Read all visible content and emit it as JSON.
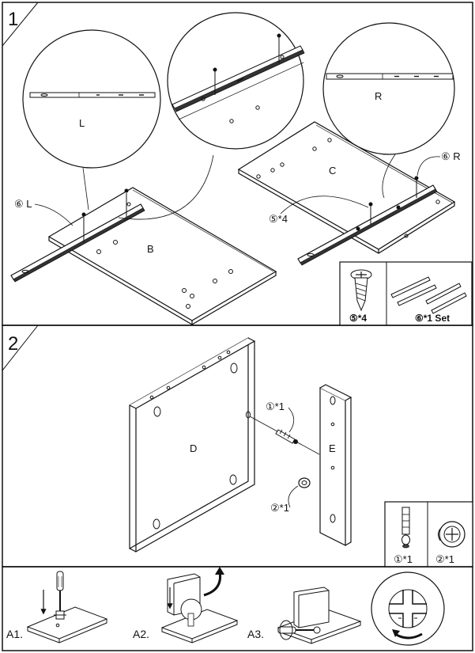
{
  "steps": [
    {
      "number": "1",
      "labels": {
        "panel_b": "B",
        "panel_c": "C",
        "zoom_left": "L",
        "zoom_right": "R",
        "callout_slide_left": "⑥ L",
        "callout_slide_right": "⑥ R",
        "callout_screws": "⑤*4"
      },
      "parts_box": {
        "screw": "⑤*4",
        "slides": "⑥*1 Set"
      }
    },
    {
      "number": "2",
      "labels": {
        "panel_d": "D",
        "panel_e": "E",
        "callout_dowel": "①*1",
        "callout_cam": "②*1"
      },
      "parts_box": {
        "dowel": "①*1",
        "cam": "②*1"
      }
    }
  ],
  "substeps": [
    "A1.",
    "A2.",
    "A3."
  ]
}
